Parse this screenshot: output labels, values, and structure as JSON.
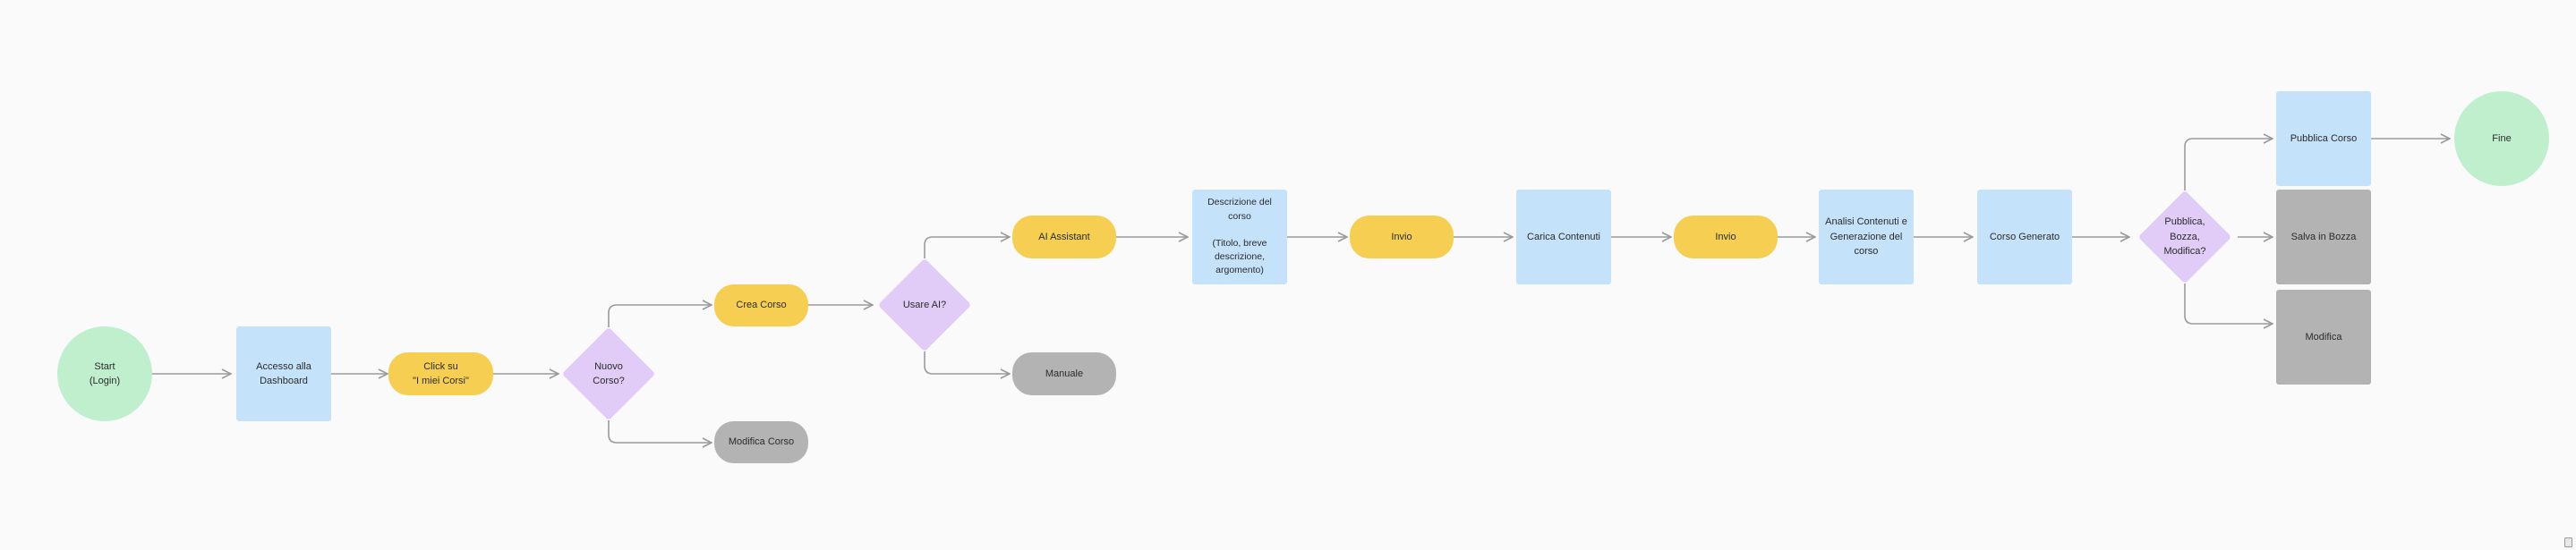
{
  "nodes": {
    "start": "Start\n(Login)",
    "dashboard": "Accesso alla\nDashboard",
    "click_miei_corsi": "Click su\n\"I miei Corsi\"",
    "nuovo_corso": "Nuovo\nCorso?",
    "crea_corso": "Crea Corso",
    "modifica_corso": "Modifica Corso",
    "usare_ai": "Usare AI?",
    "ai_assistant": "AI Assistant",
    "manuale": "Manuale",
    "descrizione": "Descrizione del\ncorso\n\n(Titolo, breve\ndescrizione,\nargomento)",
    "invio_1": "Invio",
    "carica_contenuti": "Carica Contenuti",
    "invio_2": "Invio",
    "analisi": "Analisi Contenuti e\nGenerazione del\ncorso",
    "corso_generato": "Corso Generato",
    "pubblica_decision": "Pubblica,\nBozza,\nModifica?",
    "pubblica_corso": "Pubblica Corso",
    "salva_bozza": "Salva in Bozza",
    "modifica": "Modifica",
    "fine": "Fine"
  },
  "colors": {
    "terminal": "#bfefcd",
    "process": "#c5e2fb",
    "action": "#f6cf52",
    "decision": "#e1cbf7",
    "inactive": "#b3b3b3",
    "connector": "#9a9a9a"
  }
}
